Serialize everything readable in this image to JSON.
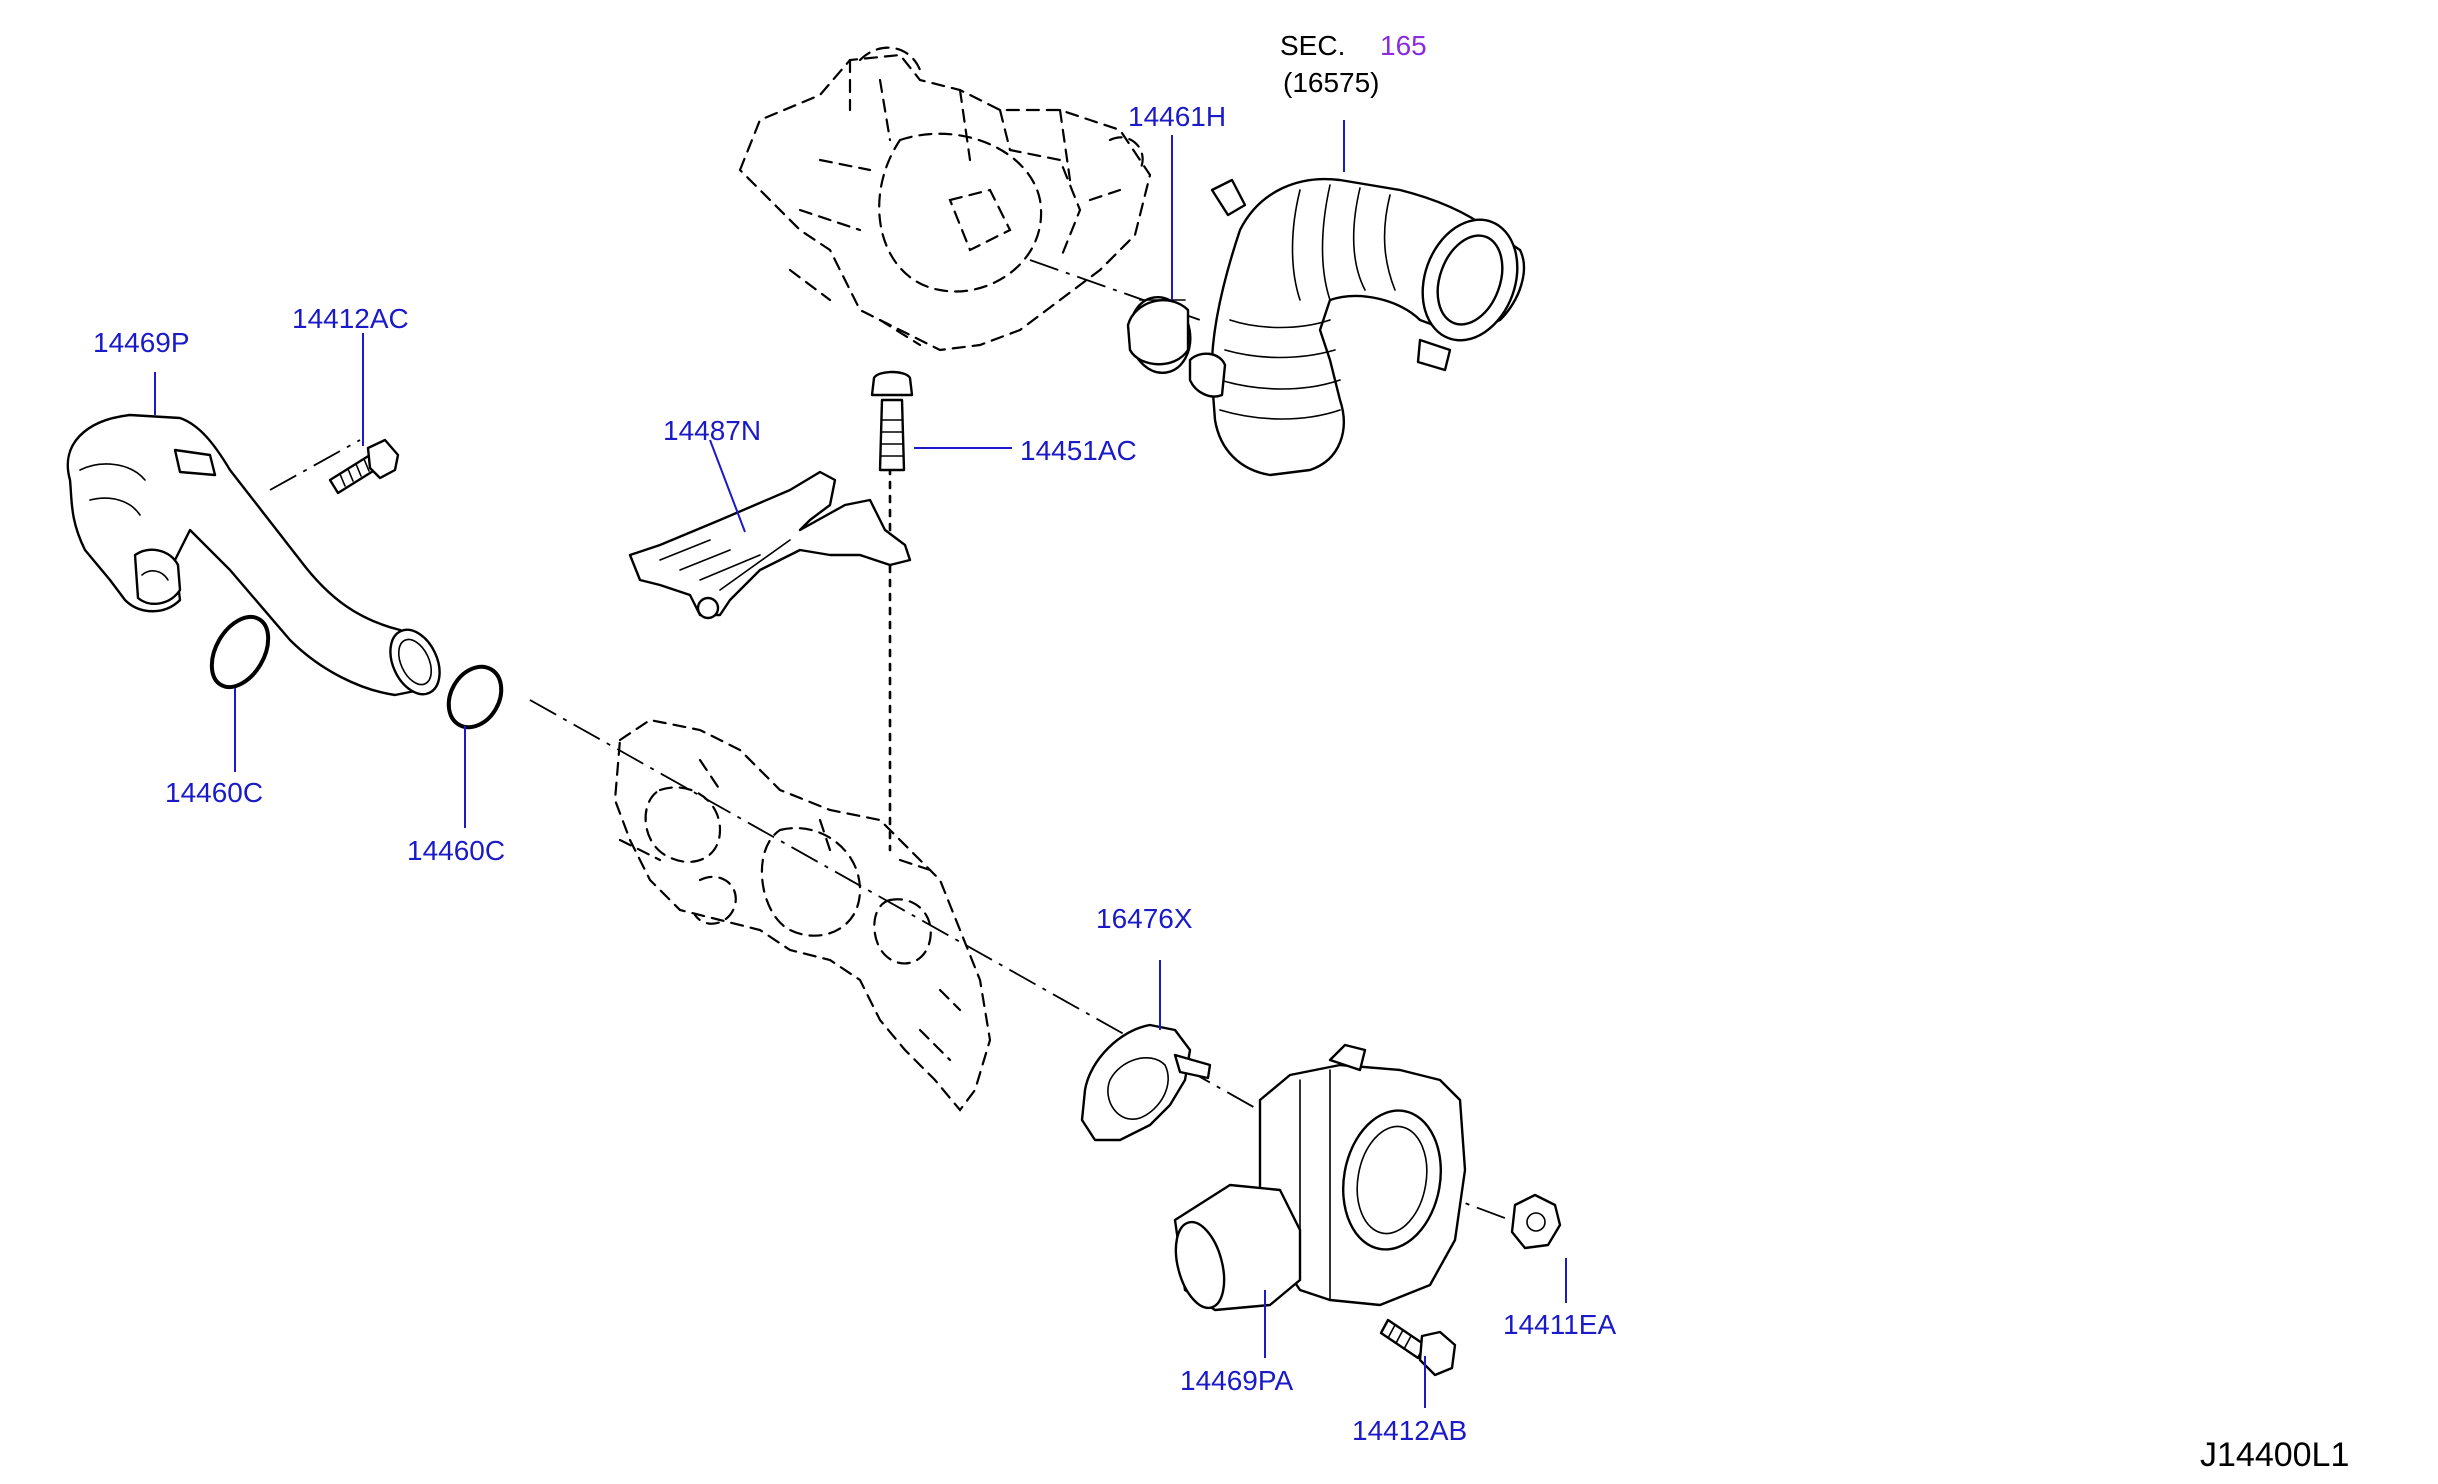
{
  "diagram": {
    "sec_label": "SEC.",
    "sec_number": "165",
    "sec_sub": "(16575)",
    "drawing_id": "J14400L1",
    "parts": [
      {
        "id": "14461H"
      },
      {
        "id": "14469P"
      },
      {
        "id": "14412AC"
      },
      {
        "id": "14487N"
      },
      {
        "id": "14451AC"
      },
      {
        "id": "14460C"
      },
      {
        "id": "14460C"
      },
      {
        "id": "16476X"
      },
      {
        "id": "14469PA"
      },
      {
        "id": "14412AB"
      },
      {
        "id": "14411EA"
      }
    ]
  }
}
